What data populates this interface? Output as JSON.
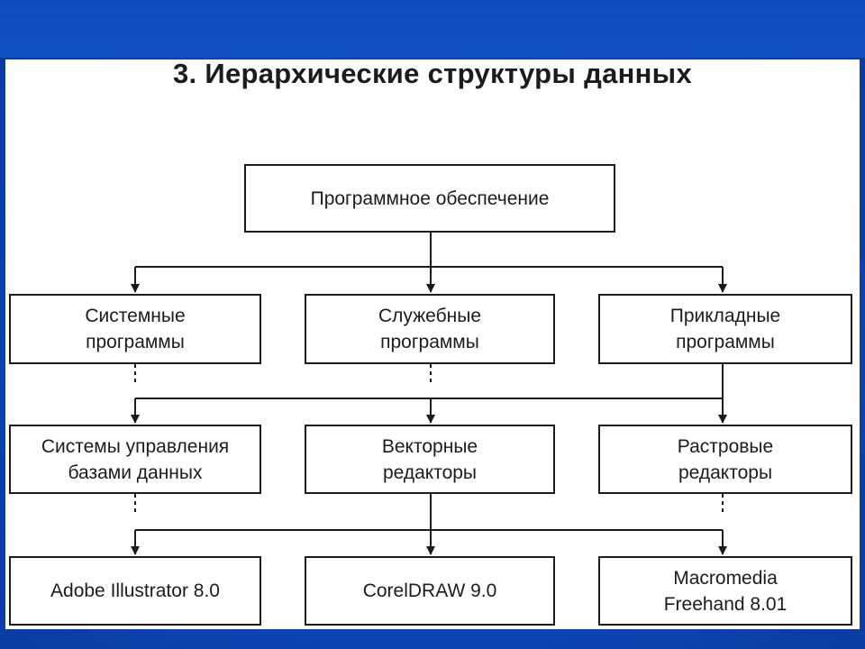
{
  "title": "3. Иерархические структуры данных",
  "nodes": {
    "root": "Программное обеспечение",
    "system_programs": "Системные\nпрограммы",
    "utility_programs": "Служебные\nпрограммы",
    "applied_programs": "Прикладные\nпрограммы",
    "dbms": "Системы управления\nбазами данных",
    "vector_editors": "Векторные\nредакторы",
    "raster_editors": "Растровые\nредакторы",
    "adobe_illustrator": "Adobe Illustrator 8.0",
    "coreldraw": "CorelDRAW 9.0",
    "macromedia_freehand": "Macromedia\nFreehand 8.01"
  }
}
